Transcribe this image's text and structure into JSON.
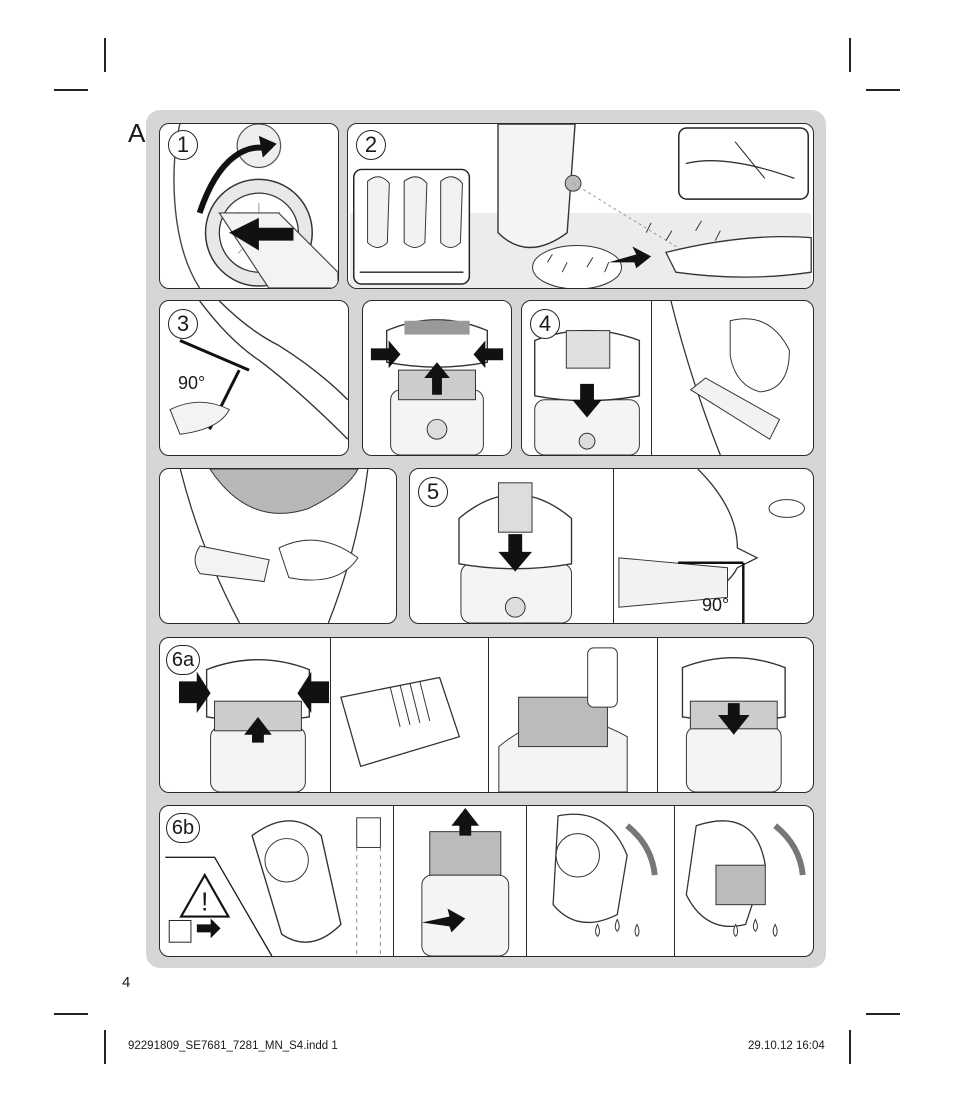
{
  "section_letter": "A",
  "steps": {
    "s1": "1",
    "s2": "2",
    "s3": "3",
    "s4": "4",
    "s5": "5",
    "s6a": "6a",
    "s6b": "6b"
  },
  "angle_labels": {
    "legs": "90°",
    "face": "90°"
  },
  "page_number": "4",
  "footer": {
    "file": "92291809_SE7681_7281_MN_S4.indd   1",
    "timestamp": "29.10.12   16:04"
  },
  "colors": {
    "sheet": "#d6d6d6",
    "line": "#2a2a2a",
    "panel": "#ffffff",
    "shade": "#b8b8b8",
    "arrow": "#111111"
  }
}
